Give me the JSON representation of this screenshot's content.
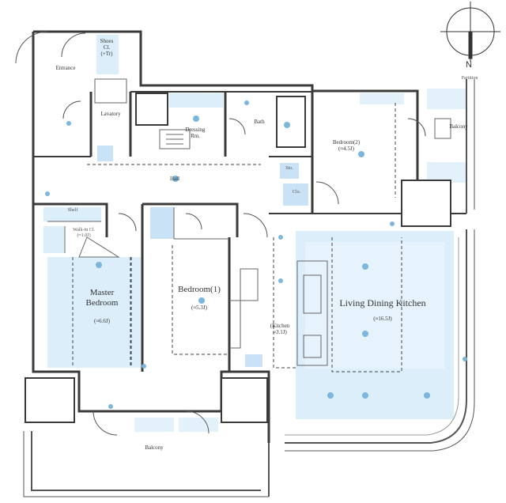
{
  "compass": {
    "north_label": "N"
  },
  "rooms": {
    "entrance": "Entrance",
    "shoes_closet": {
      "line1": "Shoes",
      "line2": "Cl.",
      "line3": "(+Tr)"
    },
    "lavatory": "Lavatory",
    "dressing": {
      "line1": "Dressing",
      "line2": "Rm."
    },
    "bath": "Bath",
    "bedroom2": {
      "name": "Bedroom(2)",
      "area": "(≈4.5J)"
    },
    "balcony_right": "Balcony",
    "hall": "Hall",
    "shelf": "Shelf",
    "walkin": {
      "line1": "Walk-in Cl.",
      "line2": "(≈1.0J)"
    },
    "master": {
      "line1": "Master",
      "line2": "Bedroom",
      "area": "(≈6.6J)"
    },
    "bedroom1": {
      "name": "Bedroom(1)",
      "area": "(≈5.3J)"
    },
    "kitchen": {
      "line1": "(Kitchen",
      "line2": "≈3.1J)"
    },
    "ldk": {
      "name": "Living Dining Kitchen",
      "area": "(≈16.5J)"
    },
    "balcony_bottom": "Balcony",
    "partition": "Partition",
    "sto": "Sto.",
    "clo": "Clo."
  }
}
